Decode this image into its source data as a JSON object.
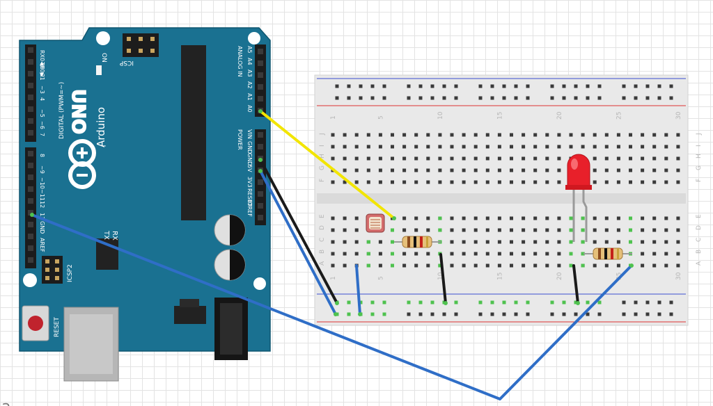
{
  "arduino": {
    "model": "UNO",
    "brand": "Arduino",
    "trademark": "™",
    "on_label": "ON",
    "icsp_label": "ICSP",
    "icsp2_label": "ICSP2",
    "reset_label": "RESET",
    "tx_label": "TX",
    "rx_label": "RX",
    "digital_label": "DIGITAL (PWM=~)",
    "analog_label": "ANALOG IN",
    "power_label": "POWER",
    "aref_label": "AREF",
    "gnd_label": "GND",
    "digital_pins": [
      "RX0◀0",
      "TX0▶1",
      "2",
      "~3",
      "4",
      "~5",
      "~6",
      "7",
      "8",
      "~9",
      "~10",
      "~11",
      "12",
      "13"
    ],
    "analog_pins": [
      "A5",
      "A4",
      "A3",
      "A2",
      "A1",
      "A0"
    ],
    "power_pins": [
      "VIN",
      "GND",
      "GND",
      "5V",
      "3V3",
      "RESET",
      "IOREF"
    ]
  },
  "breadboard": {
    "column_numbers": [
      "1",
      "5",
      "10",
      "15",
      "20",
      "25",
      "30"
    ],
    "row_letters_top": [
      "J",
      "I",
      "H",
      "G",
      "F"
    ],
    "row_letters_bottom": [
      "E",
      "D",
      "C",
      "B",
      "A"
    ]
  },
  "components": {
    "led_color": "#e8202a",
    "wire_colors": {
      "signal": "#f2e500",
      "ground": "#1a1a1a",
      "power": "#2f6ec7"
    },
    "board_color": "#1a7191"
  },
  "corner_text": "a"
}
